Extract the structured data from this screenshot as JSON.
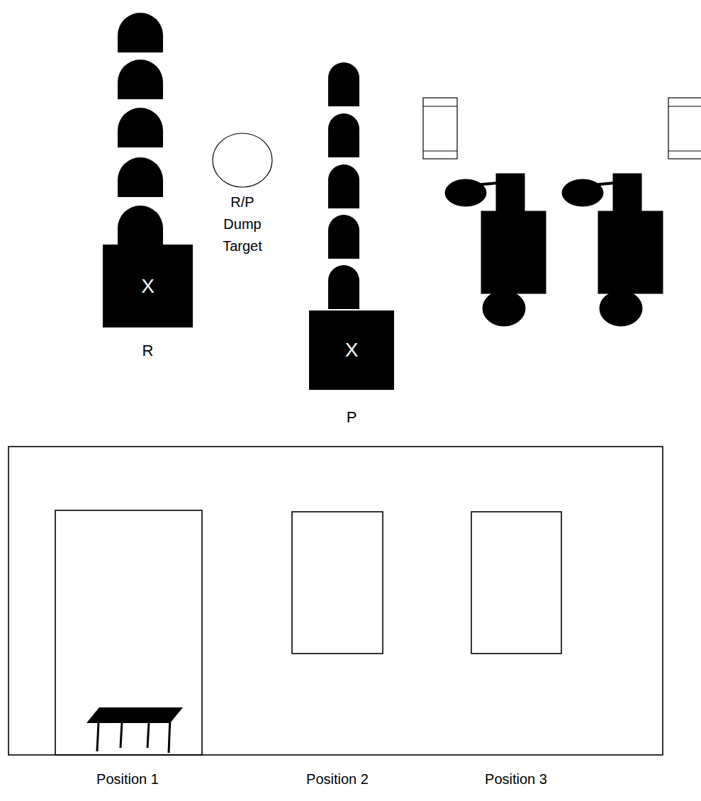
{
  "diagram": {
    "nodes": [
      {
        "text": [
          "X",
          "R"
        ]
      },
      {
        "text": [
          "X",
          "P"
        ]
      },
      {
        "text": [
          "R/P Dump Target"
        ]
      }
    ],
    "labels": [
      "Position 1",
      "Position 2",
      "Position 3"
    ]
  }
}
